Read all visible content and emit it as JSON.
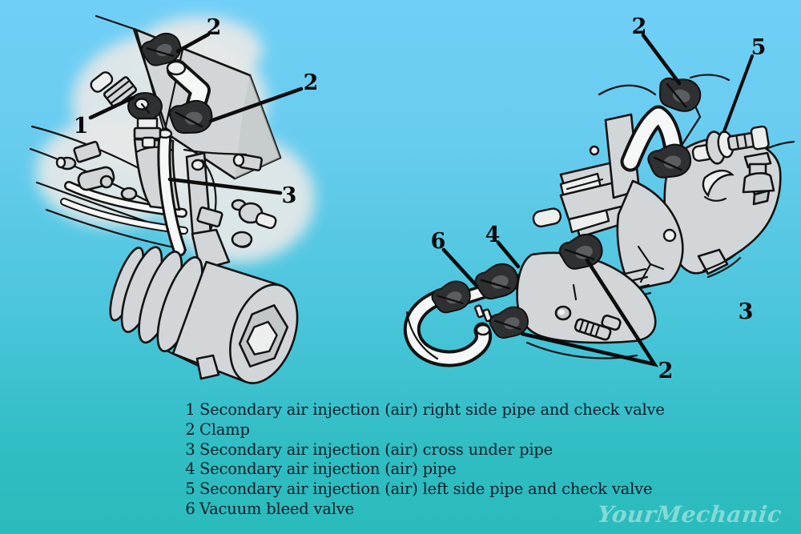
{
  "colors": {
    "background_top": "#70CFF7",
    "background_bottom": "#2ABBBC",
    "line_art_outline": "#121212",
    "part_gray": "#D3D6D8",
    "clamp_dark": "#2E3032",
    "legend_text": "#0D1C26",
    "watermark_teal": "#83DAD6"
  },
  "left_diagram": {
    "callouts": [
      {
        "num": "1"
      },
      {
        "num": "2"
      },
      {
        "num": "2"
      },
      {
        "num": "3"
      }
    ]
  },
  "right_diagram": {
    "callouts": [
      {
        "num": "2"
      },
      {
        "num": "5"
      },
      {
        "num": "6"
      },
      {
        "num": "4"
      },
      {
        "num": "2"
      },
      {
        "num": "3"
      }
    ]
  },
  "legend": {
    "items": [
      {
        "num": "1",
        "label": "Secondary air injection (air) right side pipe and check valve"
      },
      {
        "num": "2",
        "label": "Clamp"
      },
      {
        "num": "3",
        "label": "Secondary air injection (air) cross under pipe"
      },
      {
        "num": "4",
        "label": "Secondary air injection (air) pipe"
      },
      {
        "num": "5",
        "label": "Secondary air injection (air) left side pipe and check valve"
      },
      {
        "num": "6",
        "label": "Vacuum bleed valve"
      }
    ]
  },
  "watermark": {
    "text": "YourMechanic"
  }
}
